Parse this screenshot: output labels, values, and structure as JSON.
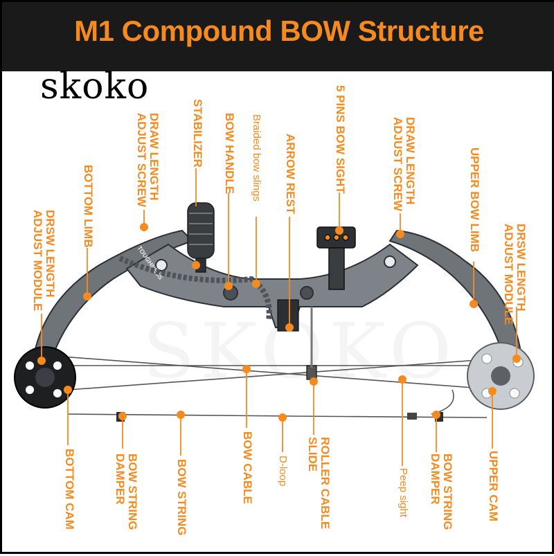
{
  "title": "M1 Compound BOW Structure",
  "brand": "skoko",
  "watermark": "SKOKO",
  "bow_decal": "TOUGHNESS",
  "colors": {
    "accent": "#f58a1f",
    "banner": "#1a1a1a",
    "border": "#000000"
  },
  "labels_top": {
    "drsw_left": [
      "DRSW LENGTH",
      "ADJUST MODULE"
    ],
    "bottom_limb": [
      "BOTTOM LIMB"
    ],
    "draw_left": [
      "DRAW LENGTH",
      "ADJUST SCREW"
    ],
    "stabilizer": [
      "STABILIZER"
    ],
    "bow_handle": [
      "BOW HANDLE"
    ],
    "slings": [
      "Braided bow slings"
    ],
    "arrow_rest": [
      "ARROW REST"
    ],
    "sight": [
      "5 PINS BOW SIGHT"
    ],
    "draw_right": [
      "DRAW LENGTH",
      "ADJUST SCREW"
    ],
    "upper_limb": [
      "UPPER BOW LIMB"
    ],
    "drsw_right": [
      "DRSW LENGTH",
      "ADJUST MODULE"
    ]
  },
  "labels_bottom": {
    "bottom_cam": [
      "BOTTOM CAM"
    ],
    "damper_left": [
      "BOW STRING",
      "DAMPER"
    ],
    "bow_string": [
      "BOW STRING"
    ],
    "bow_cable": [
      "BOW CABLE"
    ],
    "dloop": [
      "D-loop"
    ],
    "roller": [
      "ROLLER CABLE",
      "SLIDE"
    ],
    "peep": [
      "Peep sight"
    ],
    "damper_right": [
      "BOW STRING",
      "DAMPER"
    ],
    "upper_cam": [
      "UPPER CAM"
    ]
  }
}
